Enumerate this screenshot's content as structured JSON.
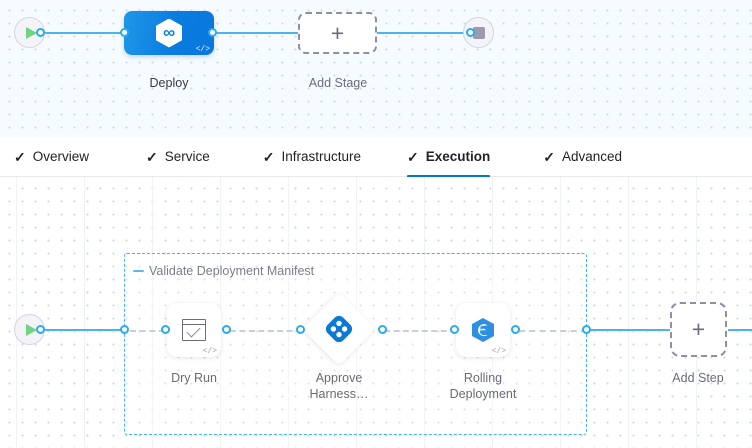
{
  "theme": {
    "accent_blue": "#0278d5",
    "edge_blue": "#4cb2f0",
    "port_blue": "#2aabf0",
    "dashed_gray": "#b9bfc9",
    "group_border": "#41b5f4",
    "play_green": "#6fd37f",
    "stop_gray": "#9b9bac",
    "canvas_top_bg": "#f6fbfe",
    "canvas_bottom_bg": "#ffffff"
  },
  "stage_canvas": {
    "start_node": {
      "name": "pipeline-start",
      "icon": "play-icon"
    },
    "end_node": {
      "name": "pipeline-end",
      "icon": "stop-icon"
    },
    "stage": {
      "label": "Deploy",
      "icon": "harness-infinity-icon",
      "badge": "</>"
    },
    "add_stage": {
      "label": "Add Stage",
      "icon": "plus-icon"
    }
  },
  "tabs": {
    "check_glyph": "✓",
    "items": [
      {
        "label": "Overview",
        "active": false
      },
      {
        "label": "Service",
        "active": false
      },
      {
        "label": "Infrastructure",
        "active": false
      },
      {
        "label": "Execution",
        "active": true
      },
      {
        "label": "Advanced",
        "active": false
      }
    ]
  },
  "execution_canvas": {
    "start_node": {
      "name": "execution-start",
      "icon": "play-icon"
    },
    "step_group": {
      "label": "Validate Deployment Manifest",
      "collapse_icon": "minus-icon"
    },
    "steps": [
      {
        "label": "Dry Run",
        "icon": "document-check-icon",
        "badge": "</>",
        "shape": "rounded-square"
      },
      {
        "label": "Approve Harness…",
        "icon": "harness-approval-icon",
        "badge": "",
        "shape": "diamond"
      },
      {
        "label": "Rolling Deployment",
        "icon": "rolling-deployment-icon",
        "badge": "</>",
        "shape": "rounded-square"
      }
    ],
    "add_step": {
      "label": "Add Step",
      "icon": "plus-icon"
    }
  }
}
